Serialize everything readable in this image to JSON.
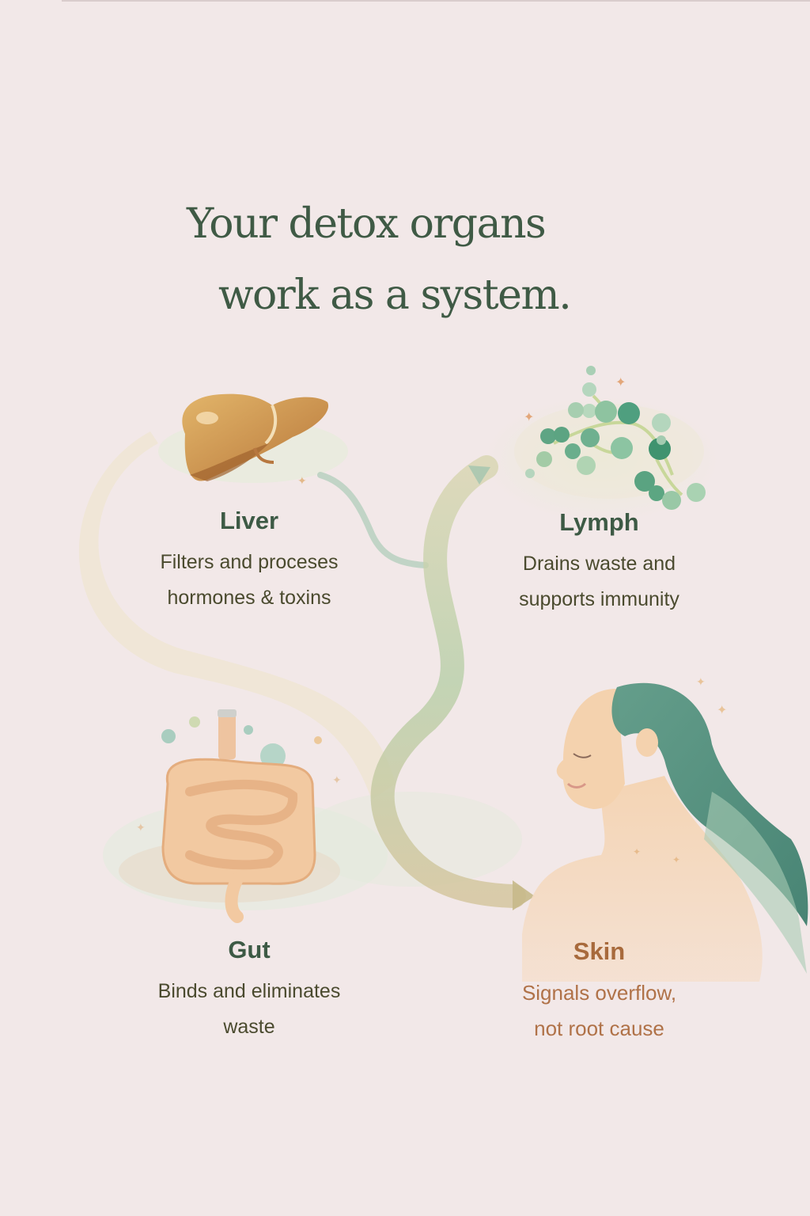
{
  "title": {
    "line1": "Your detox organs",
    "line2": "work as a system."
  },
  "colors": {
    "background": "#f2e8e8",
    "title": "#3f5a45",
    "heading_green": "#3d5a45",
    "body_text": "#4a4a2e",
    "skin_accent": "#a86a3c",
    "flow_green": "#a9c4a0",
    "hair_teal": "#4f8f7f",
    "skin_peach": "#f3cfa8",
    "liver_amber": "#d39a4a"
  },
  "organs": [
    {
      "id": "liver",
      "name": "Liver",
      "desc_line1": "Filters and proceses",
      "desc_line2": "hormones & toxins",
      "icon": "liver-icon"
    },
    {
      "id": "lymph",
      "name": "Lymph",
      "desc_line1": "Drains waste and",
      "desc_line2": "supports immunity",
      "icon": "lymph-node-icon"
    },
    {
      "id": "gut",
      "name": "Gut",
      "desc_line1": "Binds and eliminates",
      "desc_line2": "waste",
      "icon": "intestine-icon"
    },
    {
      "id": "skin",
      "name": "Skin",
      "desc_line1": "Signals overflow,",
      "desc_line2": "not root cause",
      "icon": "woman-profile-icon"
    }
  ],
  "flow": {
    "arrows": [
      "liver-to-lymph",
      "lymph-to-gut-to-skin"
    ]
  }
}
